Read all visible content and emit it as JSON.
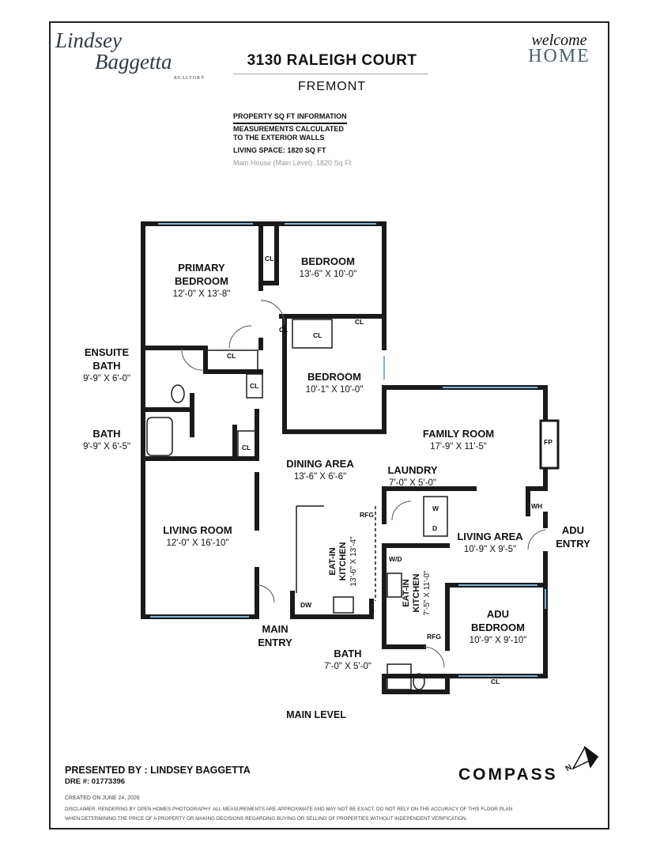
{
  "header": {
    "logo_line1": "Lindsey",
    "logo_line2": "Baggetta",
    "logo_sub": "REALTOR®",
    "address": "3130 RALEIGH COURT",
    "city": "FREMONT",
    "welcome_script": "welcome",
    "welcome_home": "HOME"
  },
  "info": {
    "heading": "PROPERTY SQ FT INFORMATION",
    "line1": "MEASUREMENTS CALCULATED",
    "line2": "TO THE EXTERIOR WALLS",
    "living_space": "LIVING SPACE: 1820 SQ FT",
    "main_house": "Main House (Main Level): 1820 Sq Ft"
  },
  "rooms": {
    "primary_bedroom": {
      "name1": "PRIMARY",
      "name2": "BEDROOM",
      "dims": "12'-0\" X 13'-8\""
    },
    "bedroom1": {
      "name": "BEDROOM",
      "dims": "13'-6\" X 10'-0\""
    },
    "bedroom2": {
      "name": "BEDROOM",
      "dims": "10'-1\" X 10'-0\""
    },
    "ensuite_bath": {
      "name1": "ENSUITE",
      "name2": "BATH",
      "dims": "9'-9\" X 6'-0\""
    },
    "bath": {
      "name": "BATH",
      "dims": "9'-9\" X 6'-5\""
    },
    "family_room": {
      "name": "FAMILY ROOM",
      "dims": "17'-9\" X 11'-5\""
    },
    "dining_area": {
      "name": "DINING AREA",
      "dims": "13'-6\" X 6'-6\""
    },
    "laundry": {
      "name": "LAUNDRY",
      "dims": "7'-0\" X 5'-0\""
    },
    "living_room": {
      "name": "LIVING ROOM",
      "dims": "12'-0\" X 16'-10\""
    },
    "eat_in_kitchen": {
      "name1": "EAT-IN",
      "name2": "KITCHEN",
      "dims": "13'-6\" X 13'-4\""
    },
    "living_area": {
      "name": "LIVING AREA",
      "dims": "10'-9\" X 9'-5\""
    },
    "adu_entry": {
      "name1": "ADU",
      "name2": "ENTRY"
    },
    "adu_kitchen": {
      "name1": "EAT-IN",
      "name2": "KITCHEN",
      "dims": "7'-5\" X 11'-0\""
    },
    "adu_bedroom": {
      "name1": "ADU",
      "name2": "BEDROOM",
      "dims": "10'-9\" X 9'-10\""
    },
    "main_entry": {
      "name1": "MAIN",
      "name2": "ENTRY"
    },
    "bath_adu": {
      "name": "BATH",
      "dims": "7'-0\" X 5'-0\""
    }
  },
  "fixtures": {
    "cl": "CL",
    "fp": "FP",
    "wh": "WH",
    "rfg": "RFG",
    "dw": "DW",
    "wd": "W/D",
    "w": "W",
    "d": "D"
  },
  "level": "MAIN LEVEL",
  "footer": {
    "presented": "PRESENTED BY : LINDSEY BAGGETTA",
    "dre": "DRE #: 01773396",
    "created": "CREATED ON JUNE 24, 2026",
    "disclaimer1": "DISCLAIMER: RENDERING BY OPEN HOMES PHOTOGRAPHY. ALL MEASUREMENTS ARE APPROXIMATE AND MAY NOT BE EXACT. DO NOT RELY ON THE ACCURACY OF THIS FLOOR PLAN",
    "disclaimer2": "WHEN DETERMINING THE PRICE OF A PROPERTY OR MAKING DECISIONS REGARDING BUYING OR SELLING OF PROPERTIES WITHOUT INDEPENDENT VERIFICATION.",
    "compass": "COMPASS",
    "north": "N"
  },
  "colors": {
    "wall": "#1a1a1a",
    "window": "#7fb3d5",
    "logo": "#2f3a44"
  }
}
